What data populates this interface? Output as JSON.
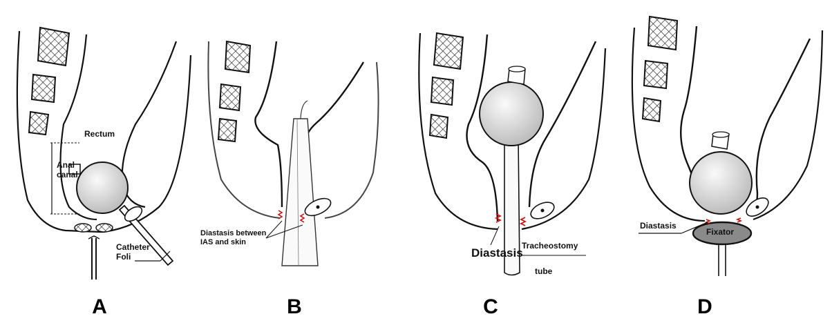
{
  "panels": [
    {
      "letter": "A",
      "labels": {
        "rectum": "Rectum",
        "anal_canal": "Anal\ncanal",
        "catheter": "Catheter\nFoli"
      }
    },
    {
      "letter": "B",
      "labels": {
        "diastasis": "Diastasis between\nIAS and skin"
      }
    },
    {
      "letter": "C",
      "labels": {
        "diastasis": "Diastasis",
        "tracheostomy": "Tracheostomy",
        "tube": "tube"
      }
    },
    {
      "letter": "D",
      "labels": {
        "diastasis": "Diastasis",
        "fixator": "Fixator"
      }
    }
  ],
  "colors": {
    "ink": "#111111",
    "diastasis_mark": "#cc1111",
    "sphere_fill": "#e6e6e6",
    "fixator_fill": "#8a8a8a"
  }
}
